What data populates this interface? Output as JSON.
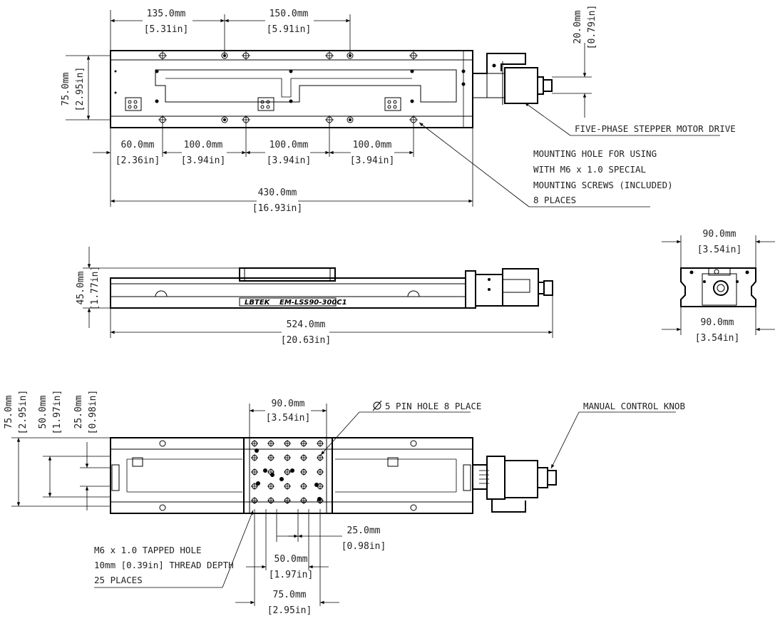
{
  "top_view": {
    "dim_135": {
      "mm": "135.0mm",
      "in": "[5.31in]"
    },
    "dim_150": {
      "mm": "150.0mm",
      "in": "[5.91in]"
    },
    "dim_20": {
      "mm": "20.0mm",
      "in": "[0.79in]"
    },
    "dim_75": {
      "mm": "75.0mm",
      "in": "[2.95in]"
    },
    "dim_60": {
      "mm": "60.0mm",
      "in": "[2.36in]"
    },
    "dim_100a": {
      "mm": "100.0mm",
      "in": "[3.94in]"
    },
    "dim_100b": {
      "mm": "100.0mm",
      "in": "[3.94in]"
    },
    "dim_100c": {
      "mm": "100.0mm",
      "in": "[3.94in]"
    },
    "dim_430": {
      "mm": "430.0mm",
      "in": "[16.93in]"
    },
    "motor_note": "FIVE-PHASE STEPPER MOTOR DRIVE",
    "mount_note": [
      "MOUNTING HOLE FOR USING",
      "WITH M6 x 1.0 SPECIAL",
      "MOUNTING SCREWS (INCLUDED)",
      "8 PLACES"
    ]
  },
  "side_view": {
    "dim_45": {
      "mm": "45.0mm",
      "in": "[1.77in]"
    },
    "dim_524": {
      "mm": "524.0mm",
      "in": "[20.63in]"
    },
    "brand": "LBTEK",
    "model": "EM-LSS90-300C1"
  },
  "end_view": {
    "dim_top": {
      "mm": "90.0mm",
      "in": "[3.54in]"
    },
    "dim_bottom": {
      "mm": "90.0mm",
      "in": "[3.54in]"
    }
  },
  "bottom_view": {
    "dim_v75": {
      "mm": "75.0mm",
      "in": "[2.95in]"
    },
    "dim_v50": {
      "mm": "50.0mm",
      "in": "[1.97in]"
    },
    "dim_v25": {
      "mm": "25.0mm",
      "in": "[0.98in]"
    },
    "dim_90": {
      "mm": "90.0mm",
      "in": "[3.54in]"
    },
    "pin_note": "5 PIN HOLE 8 PLACE",
    "knob_note": "MANUAL CONTROL KNOB",
    "dim_h25": {
      "mm": "25.0mm",
      "in": "[0.98in]"
    },
    "dim_h50": {
      "mm": "50.0mm",
      "in": "[1.97in]"
    },
    "dim_h75": {
      "mm": "75.0mm",
      "in": "[2.95in]"
    },
    "tap_note": [
      "M6 x 1.0 TAPPED HOLE",
      "10mm [0.39in] THREAD DEPTH",
      "25 PLACES"
    ]
  }
}
